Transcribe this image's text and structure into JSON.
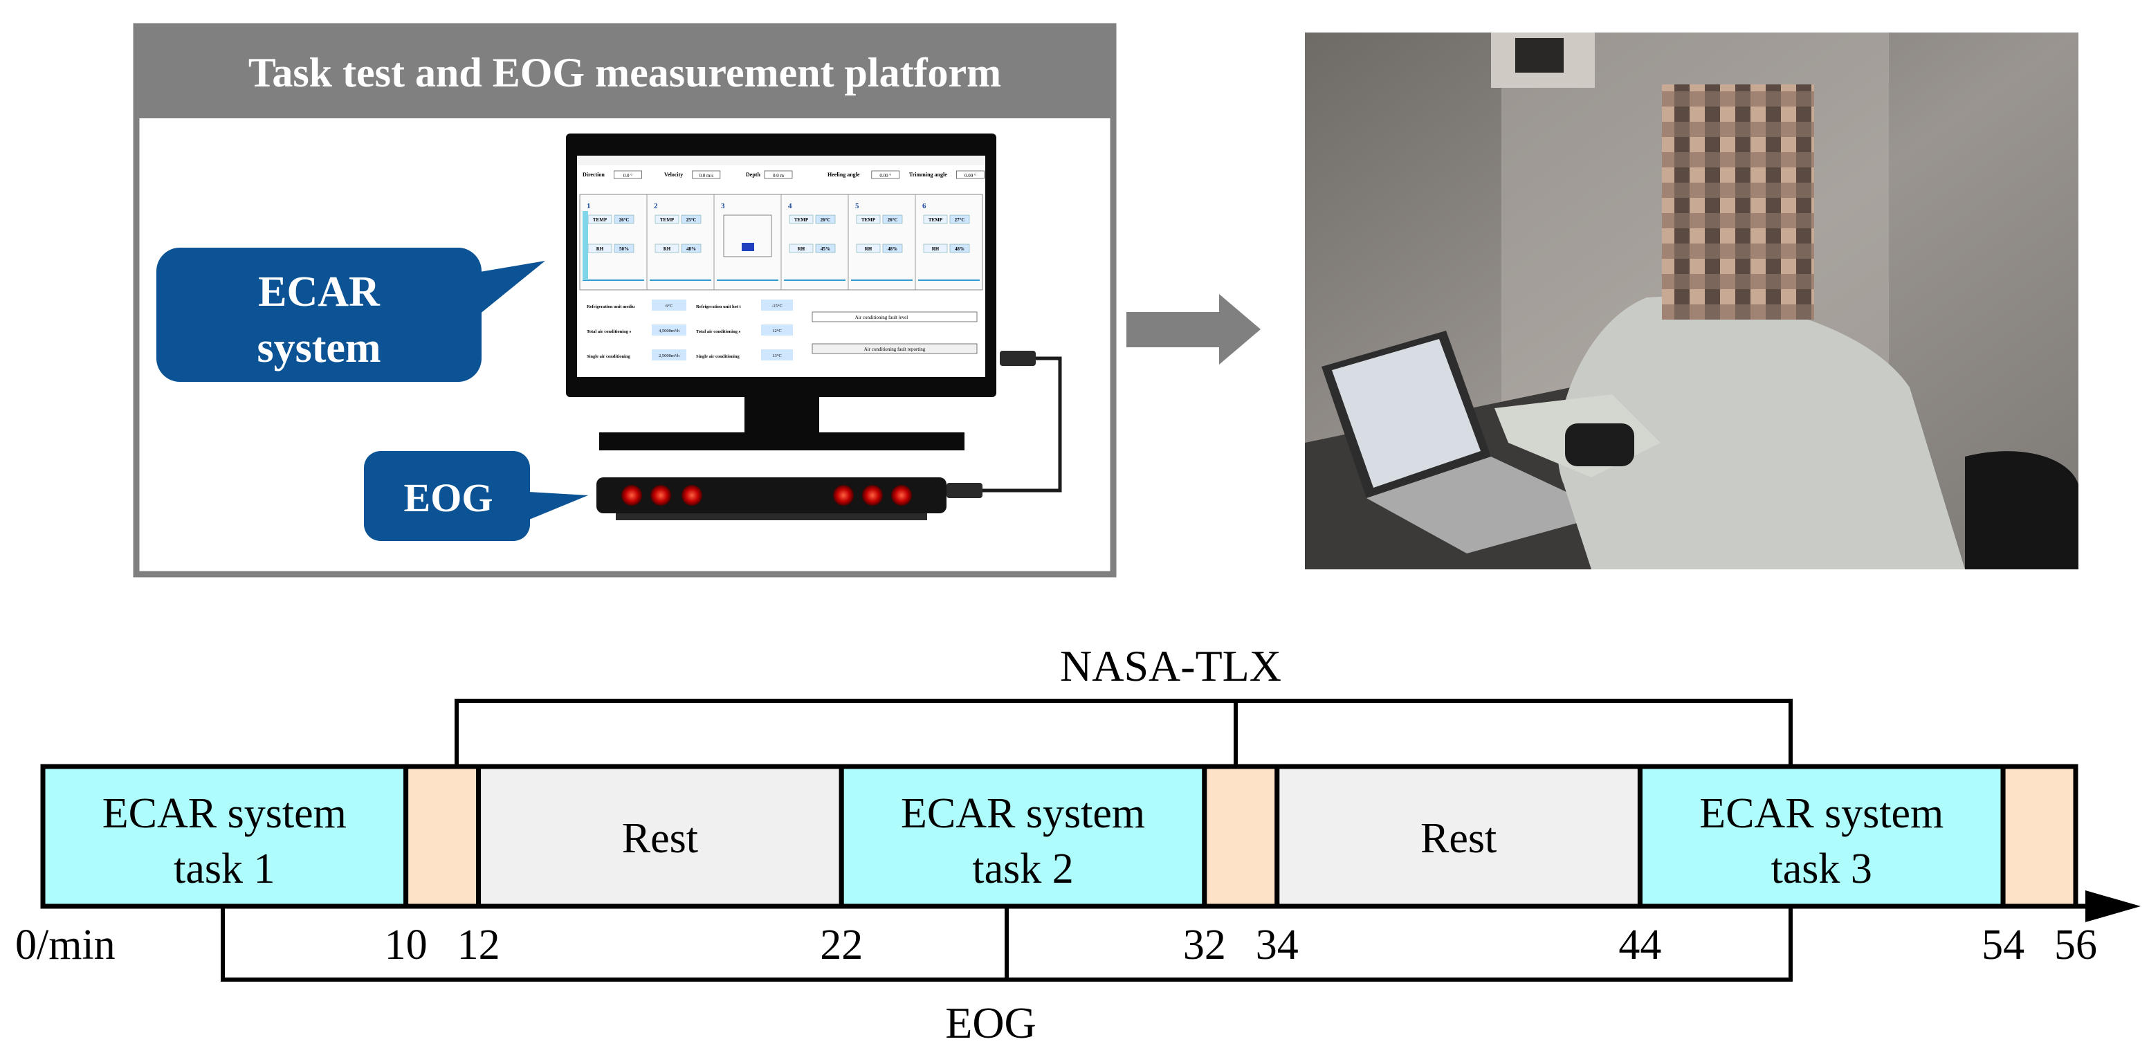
{
  "platform": {
    "title": "Task test and EOG measurement platform",
    "ecar_callout": [
      "ECAR",
      "system"
    ],
    "eog_callout": "EOG"
  },
  "screen": {
    "row1_labels": [
      "Direction",
      "Velocity",
      "Depth",
      "Heeling angle",
      "Trimming angle"
    ],
    "row1_values": [
      "0.0 °",
      "0.0 m/s",
      "0.0 m",
      "0.00 °",
      "0.00 °"
    ],
    "compartments": [
      {
        "num": "1",
        "temp": "TEMP",
        "temp_val": "26°C",
        "rh": "RH",
        "rh_val": "50%"
      },
      {
        "num": "2",
        "temp": "TEMP",
        "temp_val": "25°C",
        "rh": "RH",
        "rh_val": "48%"
      },
      {
        "num": "3",
        "temp": "",
        "temp_val": "",
        "rh": "",
        "rh_val": ""
      },
      {
        "num": "4",
        "temp": "TEMP",
        "temp_val": "26°C",
        "rh": "RH",
        "rh_val": "45%"
      },
      {
        "num": "5",
        "temp": "TEMP",
        "temp_val": "26°C",
        "rh": "RH",
        "rh_val": "48%"
      },
      {
        "num": "6",
        "temp": "TEMP",
        "temp_val": "27°C",
        "rh": "RH",
        "rh_val": "48%"
      }
    ],
    "params": [
      {
        "label": "Refrigeration unit medium temperature",
        "value": "6°C",
        "label2": "Refrigeration unit hot temperature",
        "value2": "-15°C"
      },
      {
        "label": "Total air conditioning supply air volume",
        "value": "4,5000m³/h",
        "label2": "Total air conditioning supply outlet temperature",
        "value2": "12°C"
      },
      {
        "label": "Single air conditioning supply air volume",
        "value": "2,5000m³/h",
        "label2": "Single air conditioning supply outlet temperature",
        "value2": "13°C"
      }
    ],
    "fault_select": "Air conditioning fault level",
    "fault_button": "Air conditioning fault reporting"
  },
  "timeline": {
    "nasa_label": "NASA-TLX",
    "eog_label": "EOG",
    "blocks": [
      {
        "type": "task",
        "start": 0,
        "end": 10,
        "lines": [
          "ECAR system",
          "task 1"
        ]
      },
      {
        "type": "questionnaire",
        "start": 10,
        "end": 12,
        "lines": []
      },
      {
        "type": "rest",
        "start": 12,
        "end": 22,
        "lines": [
          "Rest"
        ]
      },
      {
        "type": "task",
        "start": 22,
        "end": 32,
        "lines": [
          "ECAR system",
          "task 2"
        ]
      },
      {
        "type": "questionnaire",
        "start": 32,
        "end": 34,
        "lines": []
      },
      {
        "type": "rest",
        "start": 34,
        "end": 44,
        "lines": [
          "Rest"
        ]
      },
      {
        "type": "task",
        "start": 44,
        "end": 54,
        "lines": [
          "ECAR system",
          "task 3"
        ]
      },
      {
        "type": "questionnaire",
        "start": 54,
        "end": 56,
        "lines": []
      }
    ],
    "ticks": [
      {
        "value": 0,
        "label": "0/min"
      },
      {
        "value": 10,
        "label": "10"
      },
      {
        "value": 12,
        "label": "12"
      },
      {
        "value": 22,
        "label": "22"
      },
      {
        "value": 32,
        "label": "32"
      },
      {
        "value": 34,
        "label": "34"
      },
      {
        "value": 44,
        "label": "44"
      },
      {
        "value": 54,
        "label": "54"
      },
      {
        "value": 56,
        "label": "56"
      }
    ],
    "colors": {
      "task": "#aefcfc",
      "questionnaire": "#fde2c8",
      "rest": "#f0f0f0"
    }
  }
}
